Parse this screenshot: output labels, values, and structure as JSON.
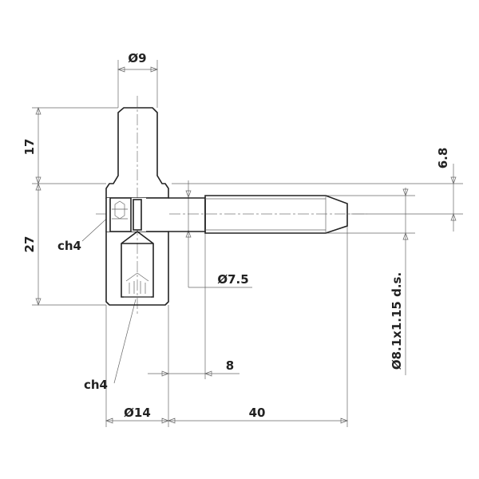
{
  "dimensions": {
    "dia_top": "Ø9",
    "height_top": "17",
    "height_body": "27",
    "pin_offset": "6.8",
    "socket_upper": "ch4",
    "socket_lower": "ch4",
    "pin_dia": "Ø7.5",
    "thread": "Ø8.1x1.15 d.s.",
    "shoulder_len": "8",
    "body_dia": "Ø14",
    "pin_len": "40"
  }
}
